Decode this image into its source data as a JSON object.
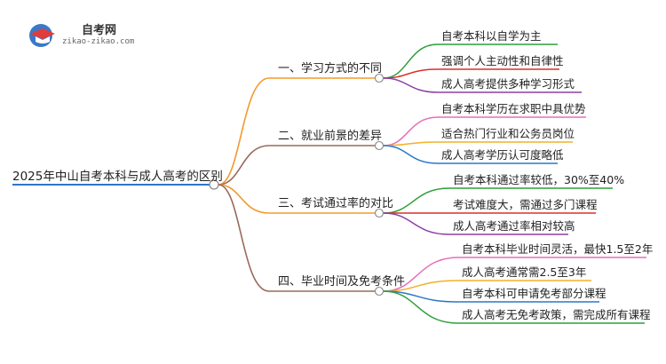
{
  "logo": {
    "name": "自考网",
    "url": "zikao-zikao.com"
  },
  "root": {
    "label": "2025年中山自考本科与成人高考的区别"
  },
  "branches": [
    {
      "label": "一、学习方式的不同",
      "color": "#f29a2e",
      "children": [
        {
          "label": "自考本科以自学为主",
          "color": "#2f9e3a"
        },
        {
          "label": "强调个人主动性和自律性",
          "color": "#d8312b"
        },
        {
          "label": "成人高考提供多种学习形式",
          "color": "#8e3fa3"
        }
      ]
    },
    {
      "label": "二、就业前景的差异",
      "color": "#9a6a5c",
      "children": [
        {
          "label": "自考本科学历在求职中具优势",
          "color": "#e56fb8"
        },
        {
          "label": "适合热门行业和公务员岗位",
          "color": "#f2b12a"
        },
        {
          "label": "成人高考学历认可度略低",
          "color": "#2b78c9"
        }
      ]
    },
    {
      "label": "三、考试通过率的对比",
      "color": "#f29a2e",
      "children": [
        {
          "label": "自考本科通过率较低，30%至40%",
          "color": "#2f9e3a"
        },
        {
          "label": "考试难度大，需通过多门课程",
          "color": "#d8312b"
        },
        {
          "label": "成人高考通过率相对较高",
          "color": "#8e3fa3"
        }
      ]
    },
    {
      "label": "四、毕业时间及免考条件",
      "color": "#9a6a5c",
      "children": [
        {
          "label": "自考本科毕业时间灵活，最快1.5至2年",
          "color": "#e56fb8"
        },
        {
          "label": "成人高考通常需2.5至3年",
          "color": "#f2b12a"
        },
        {
          "label": "自考本科可申请免考部分课程",
          "color": "#2b78c9"
        },
        {
          "label": "成人高考无免考政策，需完成所有课程",
          "color": "#2f9e3a"
        }
      ]
    }
  ],
  "colors": {
    "root_line": "#2b78c9",
    "node_fill": "#ffffff",
    "node_stroke": "#888888"
  }
}
